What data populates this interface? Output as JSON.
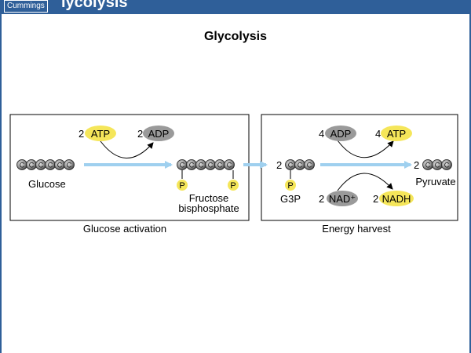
{
  "header": {
    "badge": "Cummings",
    "title_fragment": "lycolysis"
  },
  "slide": {
    "title": "Glycolysis"
  },
  "diagram": {
    "left_panel": {
      "caption": "Glucose activation",
      "in_coef": "2",
      "in_mol": "ATP",
      "out_coef": "2",
      "out_mol": "ADP",
      "substrate": "Glucose",
      "carbon": "C",
      "phosphate": "P",
      "product_line1": "Fructose",
      "product_line2": "bisphosphate"
    },
    "right_panel": {
      "caption": "Energy harvest",
      "top_in_coef": "4",
      "top_in_mol": "ADP",
      "top_out_coef": "4",
      "top_out_mol": "ATP",
      "g3p_coef": "2",
      "g3p_label": "G3P",
      "pyruvate_coef": "2",
      "pyruvate_label": "Pyruvate",
      "bot_in_coef": "2",
      "bot_in_mol": "NAD⁺",
      "bot_out_coef": "2",
      "bot_out_mol": "NADH"
    },
    "colors": {
      "atp_fill": "#f5e65a",
      "adp_fill": "#9a9a9a",
      "arrow_blue": "#9fd0ef"
    }
  }
}
